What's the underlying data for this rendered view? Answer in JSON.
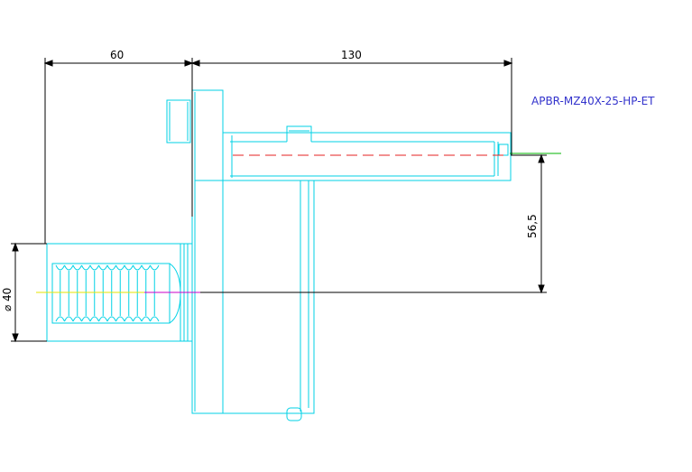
{
  "drawing": {
    "part_label": "APBR-MZ40X-25-HP-ET",
    "dimensions": {
      "width_left": "60",
      "width_right": "130",
      "height_offset": "56,5",
      "diameter": "⌀ 40"
    }
  },
  "colors": {
    "part_outline": "#00d2e6",
    "dimension_lines": "#000000",
    "label_text": "#3333cc",
    "centerline_red": "#e62020",
    "centerline_yellow": "#e6e600",
    "centerline_magenta": "#c800c8",
    "centerline_green": "#00b400"
  }
}
